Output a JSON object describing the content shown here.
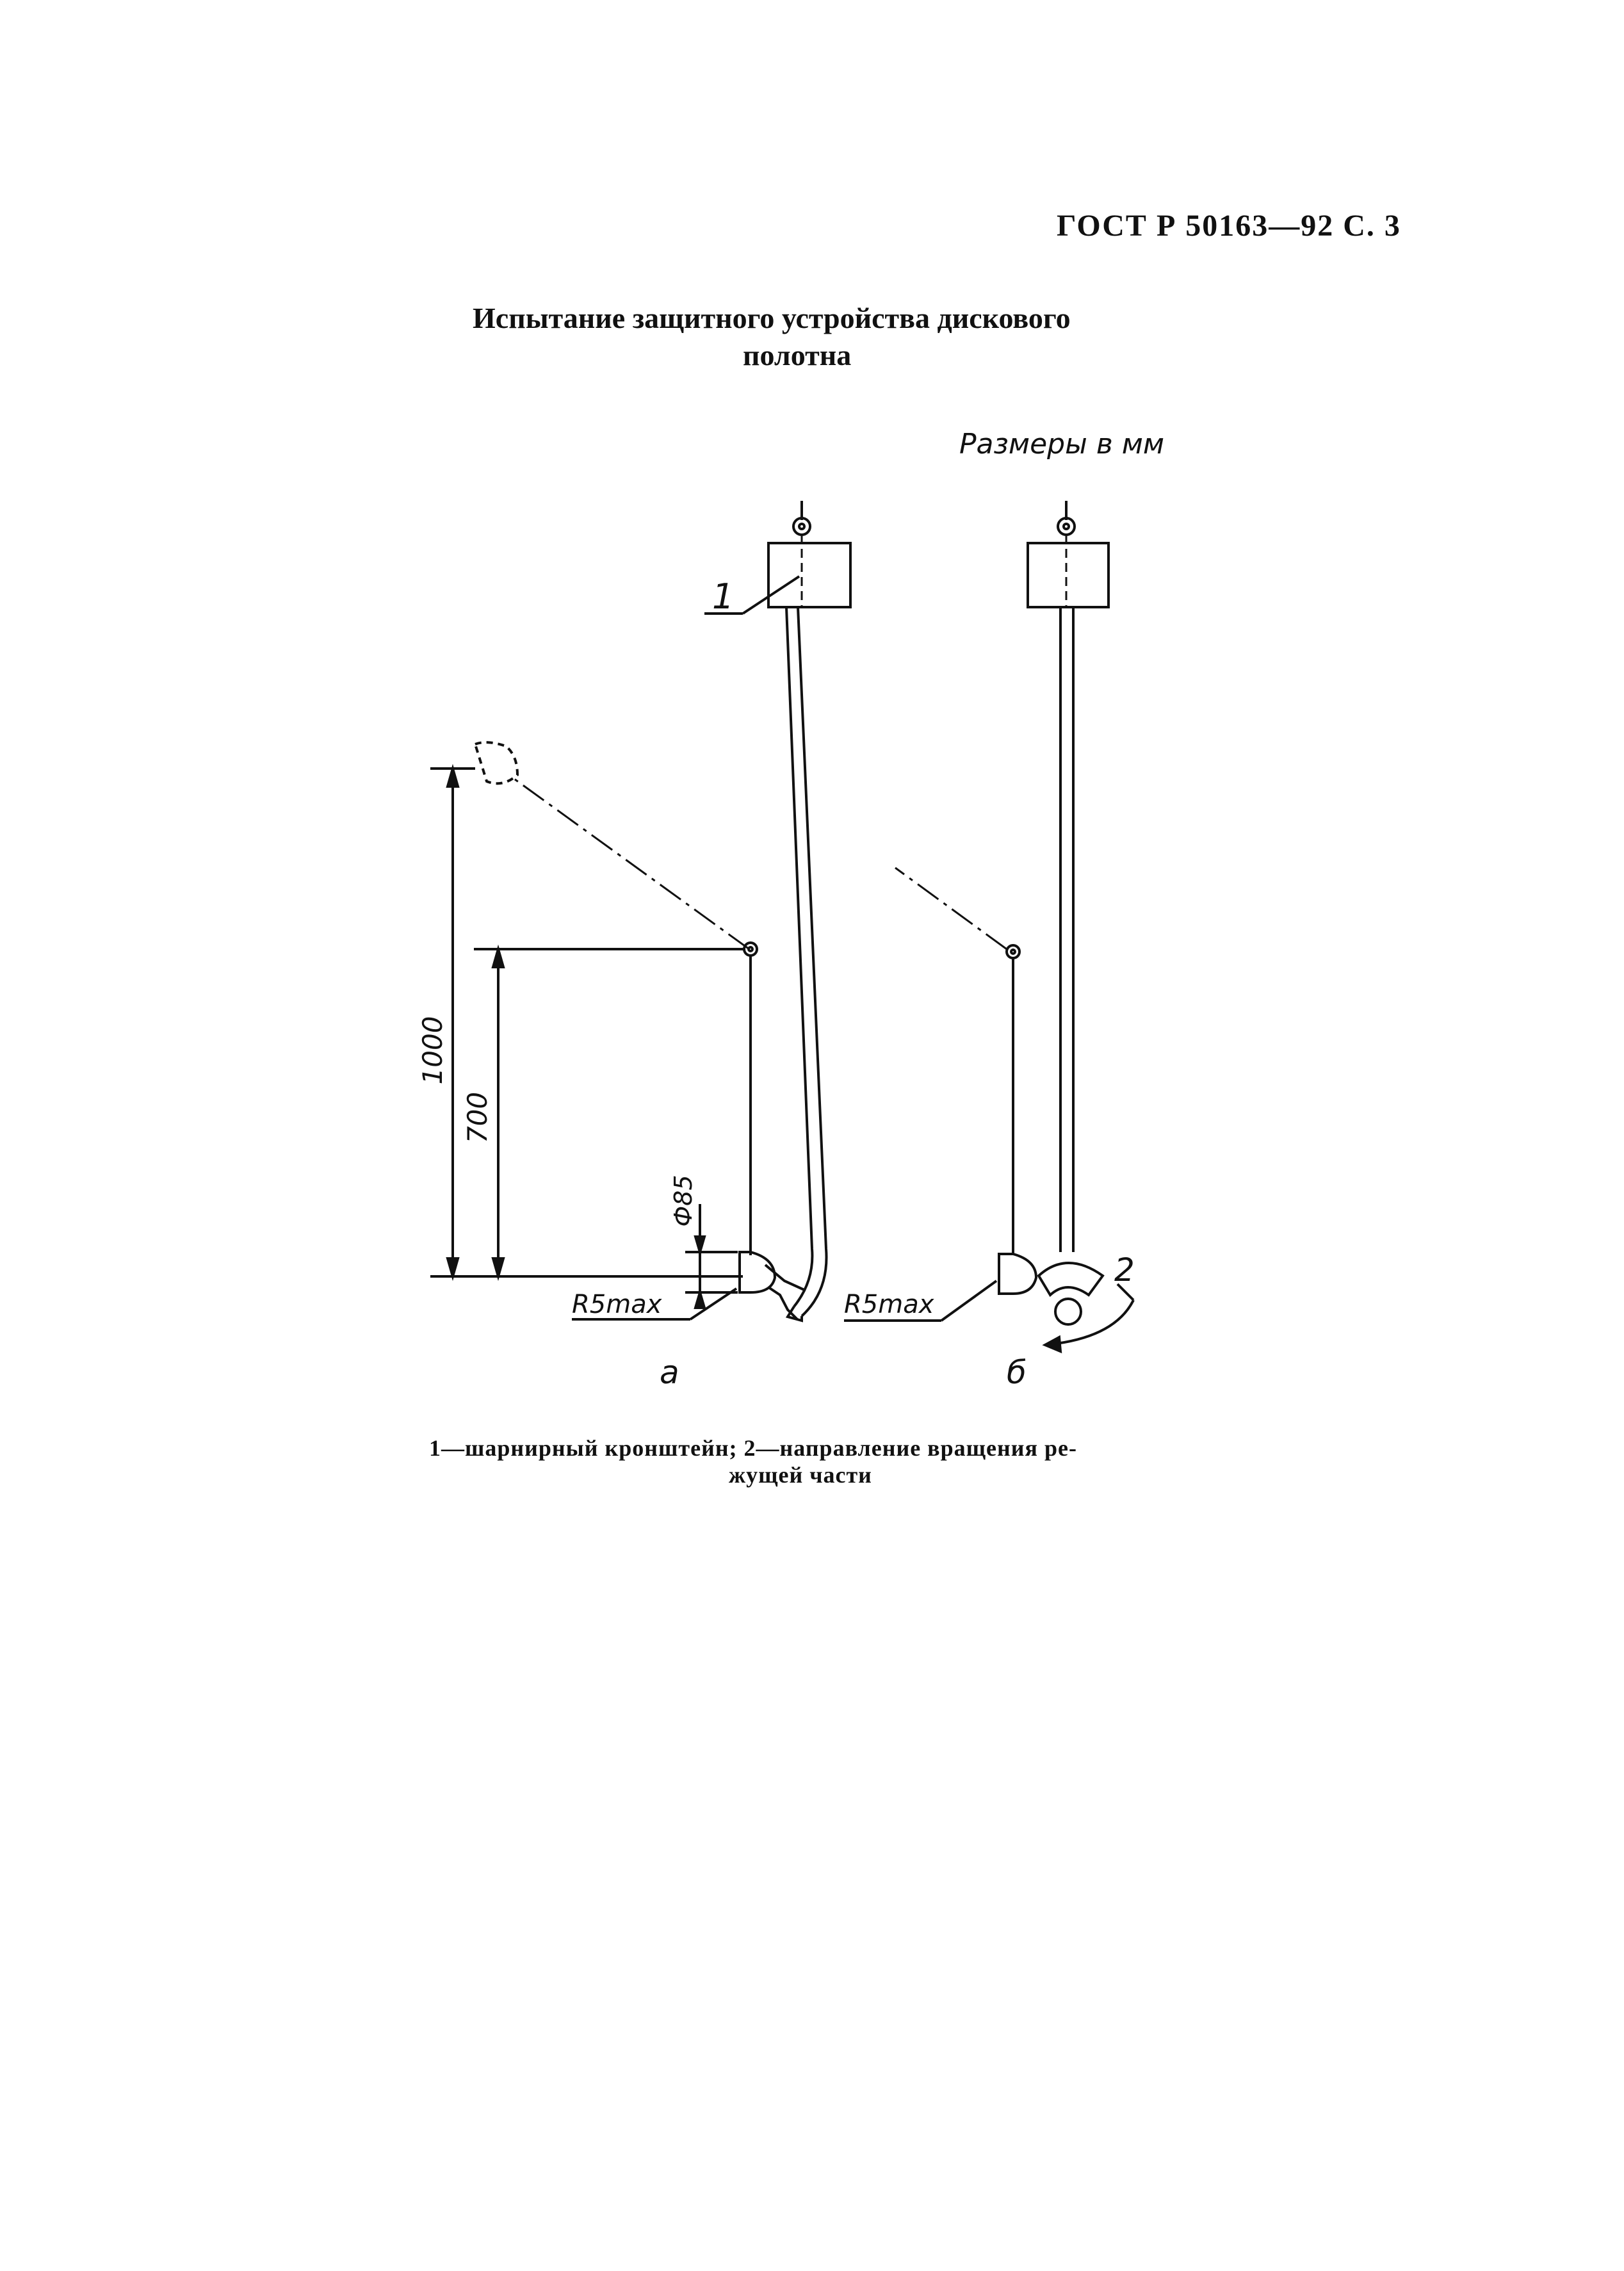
{
  "header": {
    "doc_ref": "ГОСТ Р 50163—92 С. 3"
  },
  "title": {
    "line1": "Испытание защитного устройства дискового",
    "line2": "полотна"
  },
  "units_note": "Размеры в мм",
  "figure": {
    "callout_1": "1",
    "callout_2": "2",
    "dim_1000": "1000",
    "dim_700": "700",
    "dim_phi85": "Ф85",
    "r5max_a": "R5max",
    "r5max_b": "R5max",
    "label_a": "а",
    "label_b": "б"
  },
  "caption": {
    "line1": "1—шарнирный кронштейн; 2—направление вращения ре-",
    "line2": "жущей части"
  }
}
